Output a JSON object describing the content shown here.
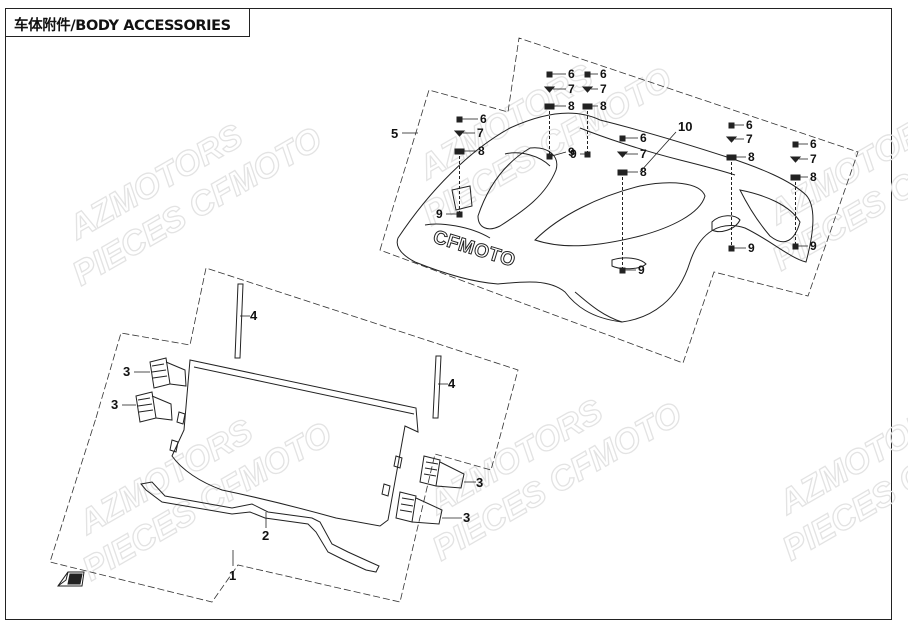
{
  "title": "车体附件/BODY ACCESSORIES",
  "watermark": {
    "line1": "AZMOTORS",
    "line2": "PIECES CFMOTO"
  },
  "body_logo": "CFMOTO",
  "parts": {
    "p1": "1",
    "p2": "2",
    "p3": "3",
    "p4": "4",
    "p5": "5",
    "p6": "6",
    "p7": "7",
    "p8": "8",
    "p9": "9",
    "p10": "10"
  },
  "colors": {
    "line": "#222222",
    "watermark": "#e3e3e3",
    "background": "#ffffff"
  }
}
